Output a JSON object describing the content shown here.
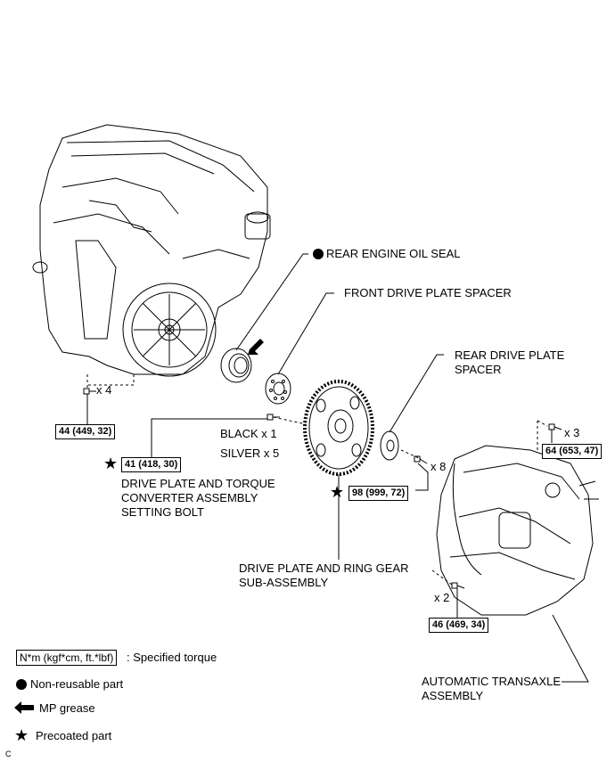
{
  "labels": {
    "rear_engine_oil_seal": "REAR ENGINE OIL SEAL",
    "front_drive_plate_spacer": "FRONT DRIVE PLATE SPACER",
    "rear_drive_plate_spacer_1": "REAR DRIVE PLATE",
    "rear_drive_plate_spacer_2": "SPACER",
    "black_x1": "BLACK x 1",
    "silver_x5": "SILVER x 5",
    "setting_bolt_1": "DRIVE PLATE AND TORQUE",
    "setting_bolt_2": "CONVERTER ASSEMBLY",
    "setting_bolt_3": "SETTING BOLT",
    "ring_gear_1": "DRIVE PLATE AND RING GEAR",
    "ring_gear_2": "SUB-ASSEMBLY",
    "transaxle_1": "AUTOMATIC TRANSAXLE",
    "transaxle_2": "ASSEMBLY",
    "qty_x4": "x 4",
    "qty_x3": "x 3",
    "qty_x8": "x 8",
    "qty_x2": "x 2"
  },
  "torques": {
    "t44": "44 (449, 32)",
    "t41": "41 (418, 30)",
    "t98": "98 (999, 72)",
    "t64": "64 (653, 47)",
    "t46": "46 (469, 34)"
  },
  "legend": {
    "torque_box": "N*m (kgf*cm, ft.*lbf)",
    "torque_text": ": Specified torque",
    "nonreusable": "Non-reusable part",
    "grease": "MP grease",
    "precoated": "Precoated part"
  },
  "corner_mark": "C"
}
